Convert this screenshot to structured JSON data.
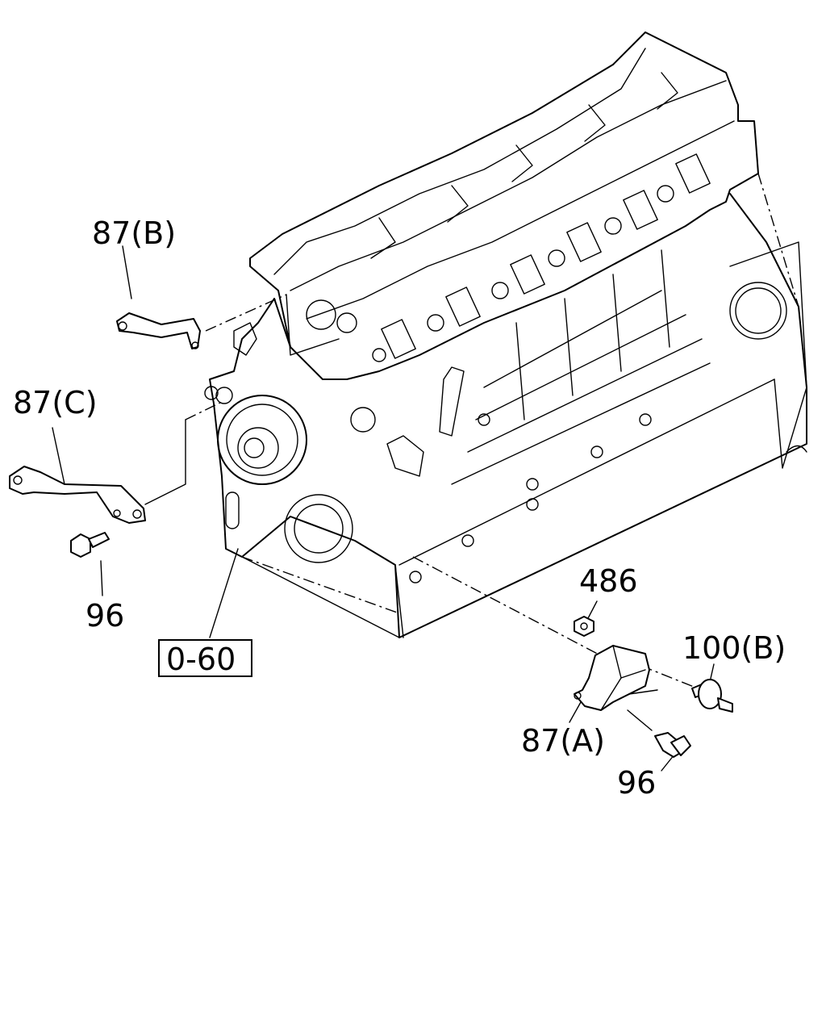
{
  "labels": {
    "bracket_b": "87(B)",
    "bracket_c": "87(C)",
    "bolt_left": "96",
    "ref_box": "0-60",
    "nut": "486",
    "damper": "100(B)",
    "bracket_a": "87(A)",
    "bolt_right": "96"
  }
}
